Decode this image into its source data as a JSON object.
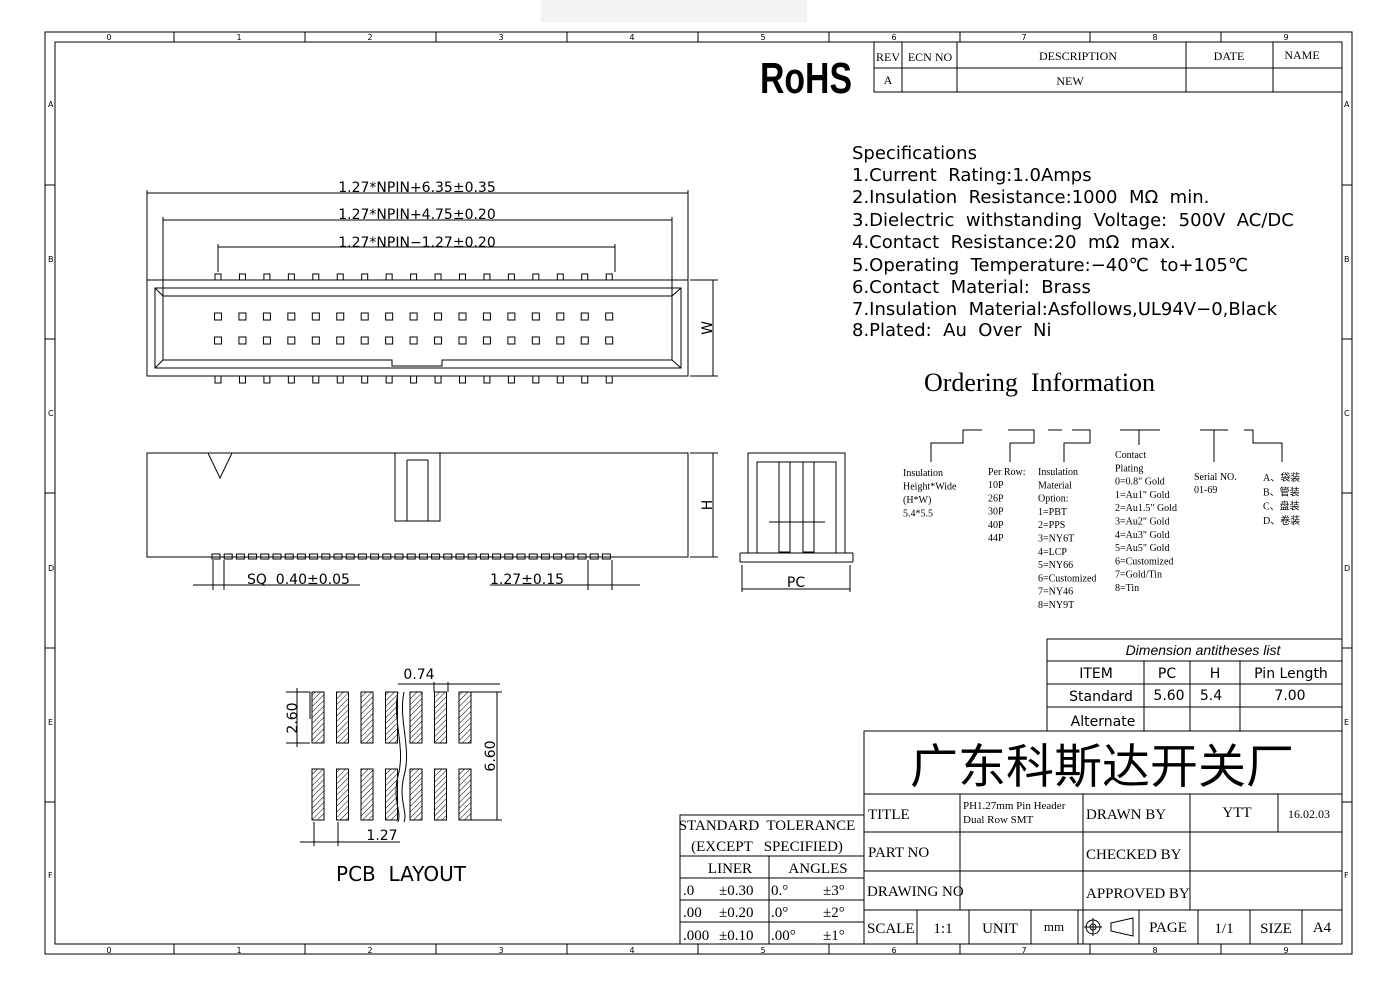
{
  "grid_columns": [
    "0",
    "1",
    "2",
    "3",
    "4",
    "5",
    "6",
    "7",
    "8",
    "9"
  ],
  "grid_rows": [
    "A",
    "B",
    "C",
    "D",
    "E",
    "F"
  ],
  "rohs": "RoHS",
  "revision": {
    "headers": [
      "REV",
      "ECN NO",
      "DESCRIPTION",
      "DATE",
      "NAME"
    ],
    "row": [
      "A",
      "",
      "NEW",
      "",
      ""
    ]
  },
  "specs": {
    "title": "Specifications",
    "items": [
      "1.Current  Rating:1.0Amps",
      "2.Insulation  Resistance:1000  MΩ  min.",
      "3.Dielectric  withstanding  Voltage:  500V  AC/DC",
      "4.Contact  Resistance:20  mΩ  max.",
      "5.Operating  Temperature:−40℃  to+105℃",
      "6.Contact  Material:  Brass",
      "7.Insulation  Material:Asfollows,UL94V−0,Black",
      "8.Plated:  Au  Over  Ni"
    ]
  },
  "ordering": {
    "title": "Ordering  Information",
    "insulation": [
      "Insulation",
      "Height*Wide",
      "(H*W)",
      "5.4*5.5"
    ],
    "per_row": [
      "Per Row:",
      "10P",
      "26P",
      "30P",
      "40P",
      "44P"
    ],
    "material": [
      "Insulation",
      "Material",
      "Option:",
      "1=PBT",
      "2=PPS",
      "3=NY6T",
      "4=LCP",
      "5=NY66",
      "6=Customized",
      "7=NY46",
      "8=NY9T"
    ],
    "plating": [
      "Contact",
      "Plating",
      "0=0.8\" Gold",
      "1=Au1\" Gold",
      "2=Au1.5\" Gold",
      "3=Au2\" Gold",
      "4=Au3\" Gold",
      "5=Au5\" Gold",
      "6=Customized",
      "7=Gold/Tin",
      "8=Tin"
    ],
    "serial": [
      "Serial NO.",
      "01-69"
    ],
    "packing": [
      "A、袋装",
      "B、管装",
      "C、盘装",
      "D、卷装"
    ]
  },
  "dimensions": {
    "dim1": "1.27*NPIN+6.35±0.35",
    "dim2": "1.27*NPIN+4.75±0.20",
    "dim3": "1.27*NPIN−1.27±0.20",
    "w": "W",
    "h": "H",
    "sq": "SQ  0.40±0.05",
    "pitch": "1.27±0.15",
    "pc": "PC"
  },
  "pcb": {
    "w074": "0.74",
    "h260": "2.60",
    "h660": "6.60",
    "p127": "1.27",
    "title": "PCB  LAYOUT"
  },
  "dim_table": {
    "title": "Dimension antitheses list",
    "headers": [
      "ITEM",
      "PC",
      "H",
      "Pin Length"
    ],
    "rows": [
      [
        "Standard",
        "5.60",
        "5.4",
        "7.00"
      ],
      [
        "Alternate",
        "",
        "",
        ""
      ]
    ]
  },
  "company": "广东科斯达开关厂",
  "tolerance": {
    "title": [
      "STANDARD  TOLERANCE",
      "(EXCEPT   SPECIFIED)"
    ],
    "liner": "LINER",
    "angles": "ANGLES",
    "rows": [
      [
        ".0",
        "±0.30",
        "0.°",
        "±3°"
      ],
      [
        ".00",
        "±0.20",
        ".0°",
        "±2°"
      ],
      [
        ".000",
        "±0.10",
        ".00°",
        "±1°"
      ]
    ]
  },
  "title_block": {
    "title_label": "TITLE",
    "title_value": [
      "PH1.27mm Pin Header",
      "Dual Row SMT"
    ],
    "drawn_by_label": "DRAWN BY",
    "drawn_by_value": "YTT",
    "date": "16.02.03",
    "part_no_label": "PART NO",
    "checked_by_label": "CHECKED BY",
    "drawing_no_label": "DRAWING NO",
    "approved_by_label": "APPROVED BY",
    "scale_label": "SCALE",
    "scale_value": "1:1",
    "unit_label": "UNIT",
    "unit_value": "mm",
    "page_label": "PAGE",
    "page_value": "1/1",
    "size_label": "SIZE",
    "size_value": "A4"
  }
}
